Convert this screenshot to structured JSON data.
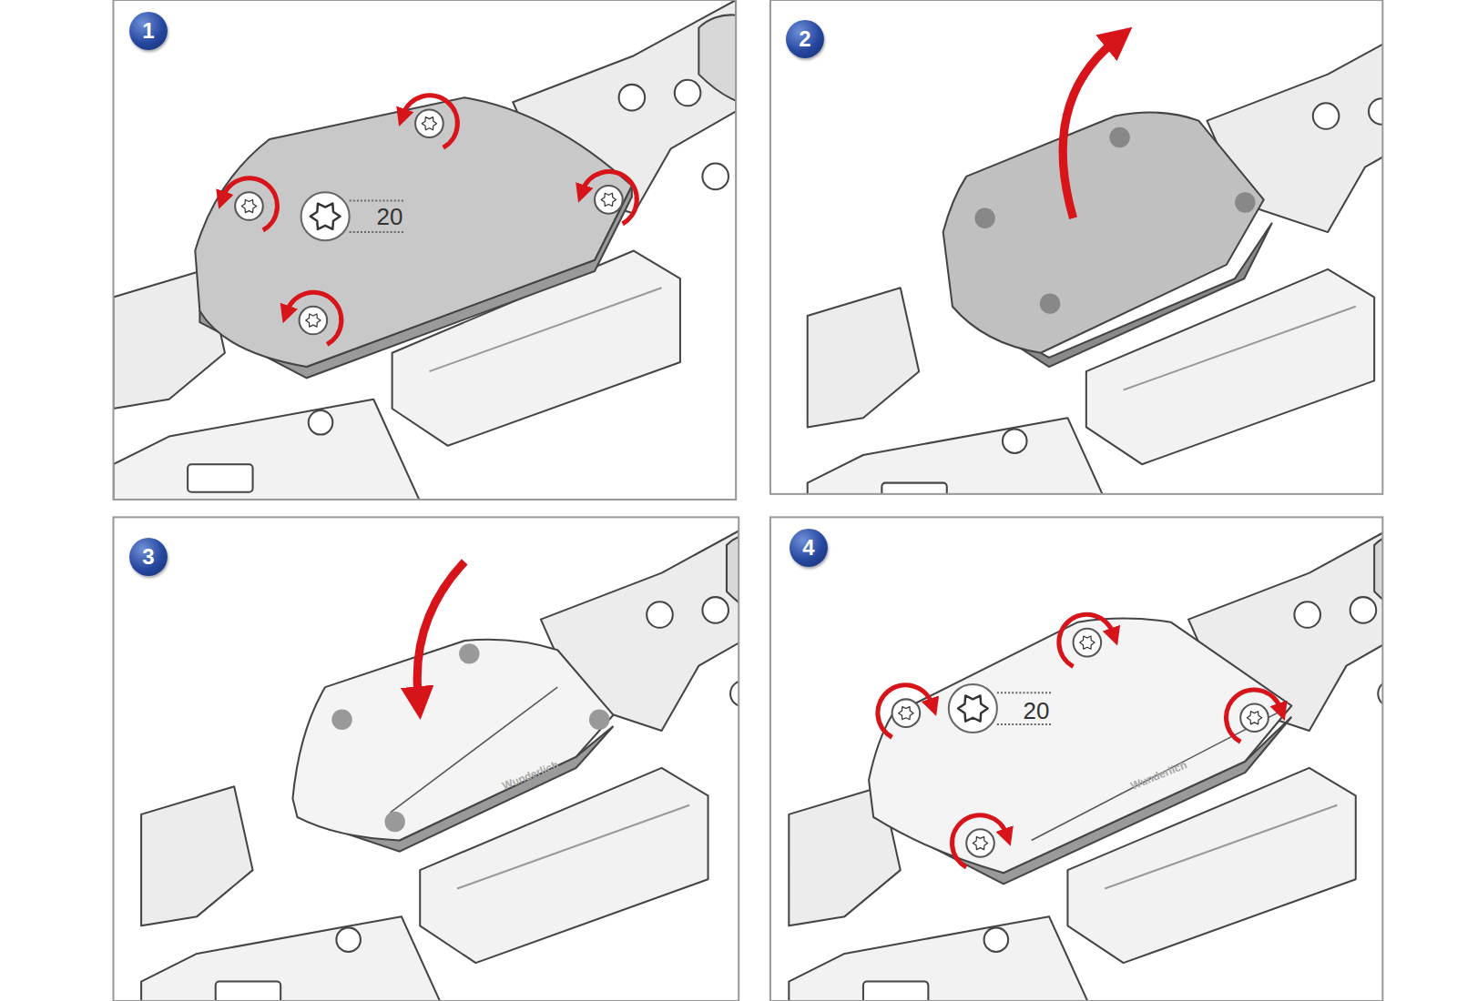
{
  "diagram": {
    "labels": [
      "1",
      "20",
      "2",
      "3",
      "4",
      "20",
      "Wunderlich",
      "Wunderlich"
    ]
  }
}
